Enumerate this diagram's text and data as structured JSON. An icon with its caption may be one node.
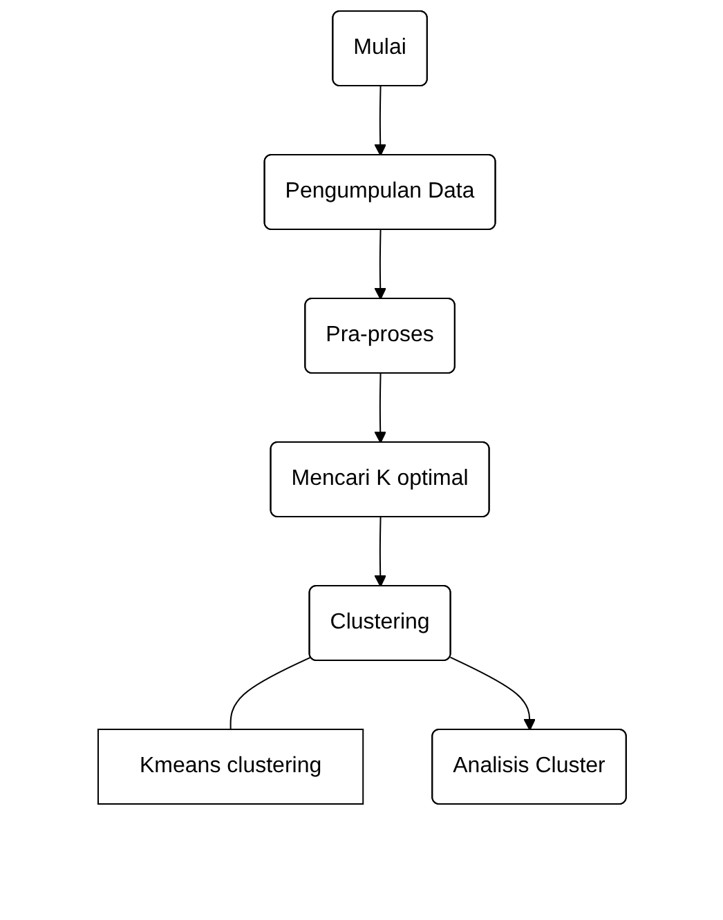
{
  "diagram": {
    "nodes": [
      {
        "text": [
          "Mulai"
        ]
      },
      {
        "text": [
          "Pengumpulan Data"
        ]
      },
      {
        "text": [
          "Pra-proses"
        ]
      },
      {
        "text": [
          "Mencari K optimal"
        ]
      },
      {
        "text": [
          "Clustering"
        ]
      },
      {
        "text": [
          "Kmeans clustering"
        ]
      },
      {
        "text": [
          "Analisis Cluster"
        ]
      }
    ],
    "edges": [
      {
        "from": 0,
        "to": 1,
        "arrow": "to"
      },
      {
        "from": 1,
        "to": 2,
        "arrow": "to"
      },
      {
        "from": 2,
        "to": 3,
        "arrow": "to"
      },
      {
        "from": 3,
        "to": 4,
        "arrow": "to"
      },
      {
        "from": 4,
        "to": 5,
        "arrow": "none"
      },
      {
        "from": 4,
        "to": 6,
        "arrow": "to"
      }
    ]
  }
}
